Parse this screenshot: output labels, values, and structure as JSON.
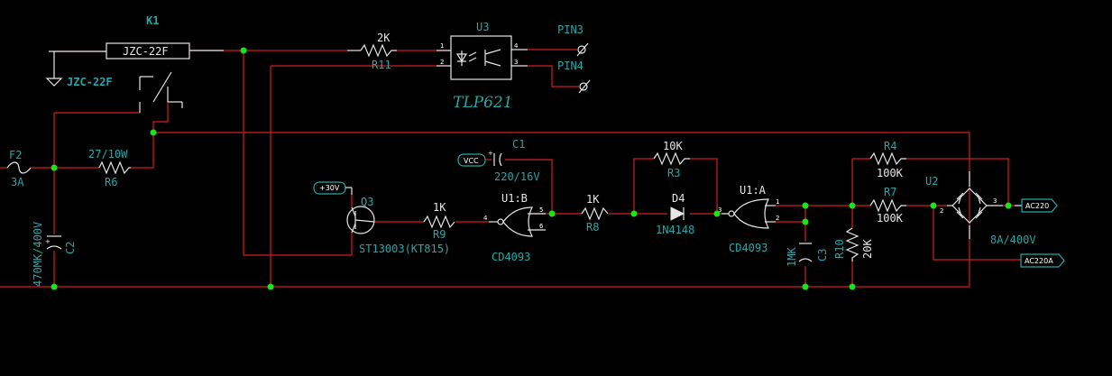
{
  "labels": {
    "k1": "K1",
    "k1_coil": "JZC-22F",
    "k1_contact": "JZC-22F",
    "f2": "F2",
    "f2_value": "3A",
    "r6_value": "27/10W",
    "r6": "R6",
    "c2_value": "470MK/400V",
    "c2": "C2",
    "r11_value": "2K",
    "r11": "R11",
    "u3": "U3",
    "u3_part": "TLP621",
    "pin3": "PIN3",
    "pin4": "PIN4",
    "q3": "Q3",
    "q3_part": "ST13003(KT815)",
    "r9_value": "1K",
    "r9": "R9",
    "u1b": "U1:B",
    "u1b_part": "CD4093",
    "c1": "C1",
    "c1_value": "220/16V",
    "r8_value": "1K",
    "r8": "R8",
    "r3_value": "10K",
    "r3": "R3",
    "d4": "D4",
    "d4_part": "1N4148",
    "u1a": "U1:A",
    "u1a_part": "CD4093",
    "c3_value": "1MK",
    "c3": "C3",
    "r10": "R10",
    "r10_value": "20K",
    "r4": "R4",
    "r4_value": "100K",
    "r7": "R7",
    "r7_value": "100K",
    "u2": "U2",
    "u2_value": "8A/400V"
  },
  "tags": {
    "vcc": "VCC",
    "plus30": "+30V",
    "ac220": "AC220",
    "ac220a": "AC220A"
  },
  "pins": {
    "u3_1": "1",
    "u3_2": "2",
    "u3_3": "3",
    "u3_4": "4",
    "u1b_4": "4",
    "u1b_5": "5",
    "u1b_6": "6",
    "u1a_1": "1",
    "u1a_2": "2",
    "u1a_3": "3",
    "u2_2": "2",
    "u2_3": "3"
  },
  "colors": {
    "background": "#000000",
    "wire": "#d21e1e",
    "component": "#e6e6e6",
    "label": "#26a6a6",
    "node": "#19e619"
  }
}
